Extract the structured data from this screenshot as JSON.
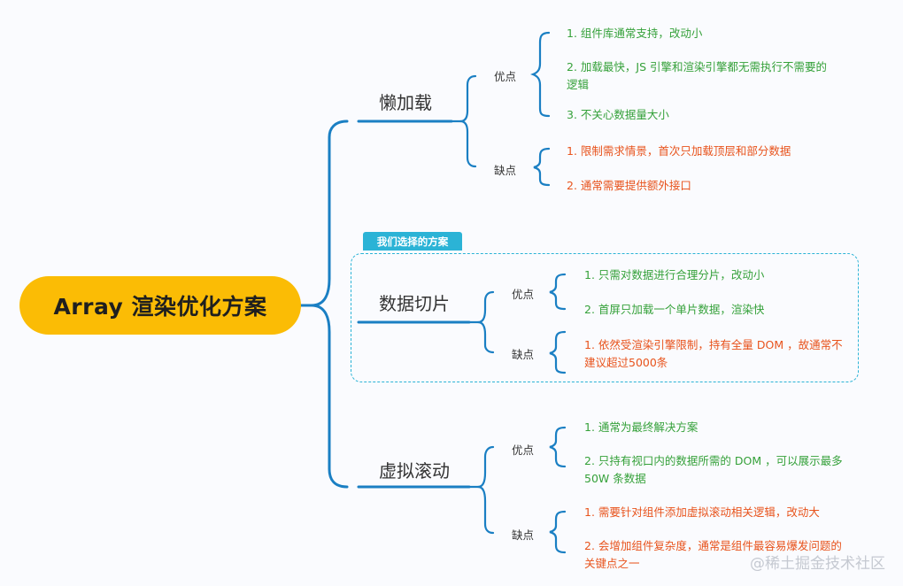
{
  "root": "Array 渲染优化方案",
  "tag": "我们选择的方案",
  "watermark": "@稀土掘金技术社区",
  "branches": [
    {
      "title": "懒加载",
      "pros_label": "优点",
      "cons_label": "缺点",
      "pros": [
        "1. 组件库通常支持，改动小",
        "2. 加载最快，JS 引擎和渲染引擎都无需执行不需要的逻辑",
        "3. 不关心数据量大小"
      ],
      "cons": [
        "1. 限制需求情景，首次只加载顶层和部分数据",
        "2. 通常需要提供额外接口"
      ]
    },
    {
      "title": "数据切片",
      "pros_label": "优点",
      "cons_label": "缺点",
      "pros": [
        "1. 只需对数据进行合理分片，改动小",
        "2. 首屏只加载一个单片数据，渲染快"
      ],
      "cons": [
        "1. 依然受渲染引擎限制，持有全量 DOM ，故通常不建议超过5000条"
      ]
    },
    {
      "title": "虚拟滚动",
      "pros_label": "优点",
      "cons_label": "缺点",
      "pros": [
        "1. 通常为最终解决方案",
        "2. 只持有视口内的数据所需的 DOM ，可以展示最多 50W 条数据"
      ],
      "cons": [
        "1. 需要针对组件添加虚拟滚动相关逻辑，改动大",
        "2. 会增加组件复杂度，通常是组件最容易爆发问题的关键点之一"
      ]
    }
  ]
}
